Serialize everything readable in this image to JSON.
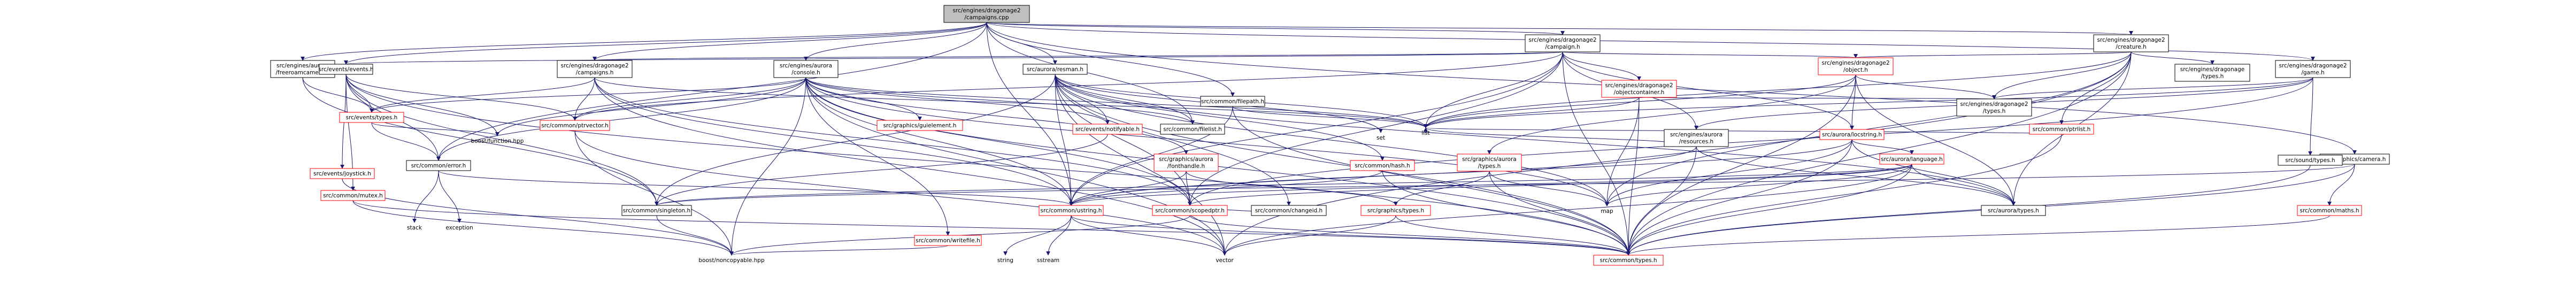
{
  "colors": {
    "edge": "#191970",
    "root_fill": "#bfbfbf",
    "node_fill": "#ffffff",
    "node_border_linked": "#000000",
    "node_border_truncated": "#ff0000",
    "plain_label": "#000000"
  },
  "nodes": [
    {
      "id": "root",
      "lines": [
        "src/engines/dragonage2",
        "/campaigns.cpp"
      ],
      "style": "root"
    },
    {
      "id": "trekcam",
      "lines": [
        "src/engines/aurora",
        "/freeroamcamera.h"
      ],
      "style": "box"
    },
    {
      "id": "evevents",
      "lines": [
        "src/events/events.h"
      ],
      "style": "box"
    },
    {
      "id": "da2campaigns",
      "lines": [
        "src/engines/dragonage2",
        "/campaigns.h"
      ],
      "style": "box"
    },
    {
      "id": "console",
      "lines": [
        "src/engines/aurora",
        "/console.h"
      ],
      "style": "box"
    },
    {
      "id": "resman",
      "lines": [
        "src/aurora/resman.h"
      ],
      "style": "box"
    },
    {
      "id": "filepath",
      "lines": [
        "src/common/filepath.h"
      ],
      "style": "box"
    },
    {
      "id": "campaign",
      "lines": [
        "src/engines/dragonage2",
        "/campaign.h"
      ],
      "style": "box"
    },
    {
      "id": "creature",
      "lines": [
        "src/engines/dragonage2",
        "/creature.h"
      ],
      "style": "box"
    },
    {
      "id": "game",
      "lines": [
        "src/engines/dragonage2",
        "/game.h"
      ],
      "style": "box"
    },
    {
      "id": "gcamera",
      "lines": [
        "src/graphics/camera.h"
      ],
      "style": "box"
    },
    {
      "id": "evtypes",
      "lines": [
        "src/events/types.h"
      ],
      "style": "red"
    },
    {
      "id": "joystick",
      "lines": [
        "src/events/joystick.h"
      ],
      "style": "red"
    },
    {
      "id": "mutex",
      "lines": [
        "src/common/mutex.h"
      ],
      "style": "red"
    },
    {
      "id": "error",
      "lines": [
        "src/common/error.h"
      ],
      "style": "box"
    },
    {
      "id": "ptrvector",
      "lines": [
        "src/common/ptrvector.h"
      ],
      "style": "red"
    },
    {
      "id": "guielement",
      "lines": [
        "src/graphics/guielement.h"
      ],
      "style": "red"
    },
    {
      "id": "boostfunc",
      "lines": [
        "boost/function.hpp"
      ],
      "style": "plain"
    },
    {
      "id": "notifyable",
      "lines": [
        "src/events/notifyable.h"
      ],
      "style": "red"
    },
    {
      "id": "fontaurora",
      "lines": [
        "src/graphics/aurora",
        "/fonthandle.h"
      ],
      "style": "red"
    },
    {
      "id": "writefile",
      "lines": [
        "src/common/writefile.h"
      ],
      "style": "red"
    },
    {
      "id": "filelist",
      "lines": [
        "src/common/filelist.h"
      ],
      "style": "box"
    },
    {
      "id": "changeid",
      "lines": [
        "src/common/changeid.h"
      ],
      "style": "box"
    },
    {
      "id": "hash",
      "lines": [
        "src/common/hash.h"
      ],
      "style": "red"
    },
    {
      "id": "set",
      "lines": [
        "set"
      ],
      "style": "plain"
    },
    {
      "id": "objcontainer",
      "lines": [
        "src/engines/dragonage2",
        "/objectcontainer.h"
      ],
      "style": "red"
    },
    {
      "id": "object",
      "lines": [
        "src/engines/dragonage2",
        "/object.h"
      ],
      "style": "red"
    },
    {
      "id": "auroraresources",
      "lines": [
        "src/engines/aurora",
        "/resources.h"
      ],
      "style": "box"
    },
    {
      "id": "locstring",
      "lines": [
        "src/aurora/locstring.h"
      ],
      "style": "red"
    },
    {
      "id": "da2types",
      "lines": [
        "src/engines/dragonage2",
        "/types.h"
      ],
      "style": "box"
    },
    {
      "id": "ptrlist",
      "lines": [
        "src/common/ptrlist.h"
      ],
      "style": "red"
    },
    {
      "id": "dragontypes",
      "lines": [
        "src/engines/dragonage",
        "/types.h"
      ],
      "style": "box"
    },
    {
      "id": "soundtypes",
      "lines": [
        "src/sound/types.h"
      ],
      "style": "box"
    },
    {
      "id": "graphauroratypes",
      "lines": [
        "src/graphics/aurora",
        "/types.h"
      ],
      "style": "red"
    },
    {
      "id": "language",
      "lines": [
        "src/aurora/language.h"
      ],
      "style": "red"
    },
    {
      "id": "list",
      "lines": [
        "list"
      ],
      "style": "plain"
    },
    {
      "id": "singleton",
      "lines": [
        "src/common/singleton.h"
      ],
      "style": "box"
    },
    {
      "id": "ustring",
      "lines": [
        "src/common/ustring.h"
      ],
      "style": "red"
    },
    {
      "id": "scopedptr",
      "lines": [
        "src/common/scopedptr.h"
      ],
      "style": "red"
    },
    {
      "id": "graphtypes",
      "lines": [
        "src/graphics/types.h"
      ],
      "style": "red"
    },
    {
      "id": "map",
      "lines": [
        "map"
      ],
      "style": "plain"
    },
    {
      "id": "auroratypes",
      "lines": [
        "src/aurora/types.h"
      ],
      "style": "box"
    },
    {
      "id": "maths",
      "lines": [
        "src/common/maths.h"
      ],
      "style": "red"
    },
    {
      "id": "stack",
      "lines": [
        "stack"
      ],
      "style": "plain"
    },
    {
      "id": "exception",
      "lines": [
        "exception"
      ],
      "style": "plain"
    },
    {
      "id": "string",
      "lines": [
        "string"
      ],
      "style": "plain"
    },
    {
      "id": "sstream",
      "lines": [
        "sstream"
      ],
      "style": "plain"
    },
    {
      "id": "boostnoncopy",
      "lines": [
        "boost/noncopyable.hpp"
      ],
      "style": "plain"
    },
    {
      "id": "vector",
      "lines": [
        "vector"
      ],
      "style": "plain"
    },
    {
      "id": "comtypes",
      "lines": [
        "src/common/types.h"
      ],
      "style": "red"
    }
  ]
}
